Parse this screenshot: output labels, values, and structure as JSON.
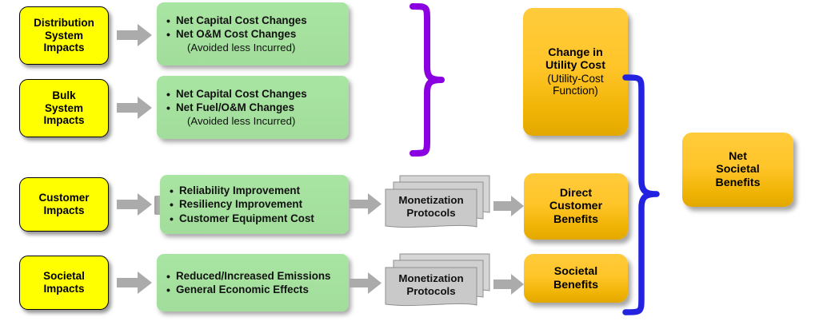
{
  "diagram": {
    "title": "Utility benefit-cost framework flow diagram",
    "colors": {
      "impact_box": "#FFFF00",
      "detail_box": "#A9E5A2",
      "result_box": "#FFC72C",
      "arrow": "#ABABAB",
      "stack": "#C9C9C9",
      "brace_upper": "#8A00E0",
      "brace_right": "#2222E0"
    },
    "rows": [
      {
        "id": "distribution",
        "impact": "Distribution\nSystem\nImpacts",
        "impact_lines": [
          "Distribution",
          "System",
          "Impacts"
        ],
        "details": [
          "Net Capital Cost Changes",
          "Net O&M Cost Changes"
        ],
        "detail_note": "(Avoided less Incurred)"
      },
      {
        "id": "bulk",
        "impact_lines": [
          "Bulk",
          "System",
          "Impacts"
        ],
        "details": [
          "Net Capital Cost Changes",
          "Net Fuel/O&M Changes"
        ],
        "detail_note": "(Avoided less Incurred)"
      },
      {
        "id": "customer",
        "impact_lines": [
          "Customer",
          "Impacts"
        ],
        "details": [
          "Reliability Improvement",
          "Resiliency Improvement",
          "Customer Equipment Cost"
        ],
        "detail_note": "",
        "monetization": [
          "Monetization",
          "Protocols"
        ],
        "result_lines": [
          "Direct",
          "Customer",
          "Benefits"
        ]
      },
      {
        "id": "societal",
        "impact_lines": [
          "Societal",
          "Impacts"
        ],
        "details": [
          "Reduced/Increased Emissions",
          "General Economic Effects"
        ],
        "detail_note": "",
        "monetization": [
          "Monetization",
          "Protocols"
        ],
        "result_lines": [
          "Societal",
          "Benefits"
        ]
      }
    ],
    "utility_cost": {
      "line1": "Change in",
      "line2": "Utility Cost",
      "sub1": "(Utility-Cost",
      "sub2": "Function)"
    },
    "net_societal": {
      "line1": "Net",
      "line2": "Societal",
      "line3": "Benefits"
    }
  }
}
